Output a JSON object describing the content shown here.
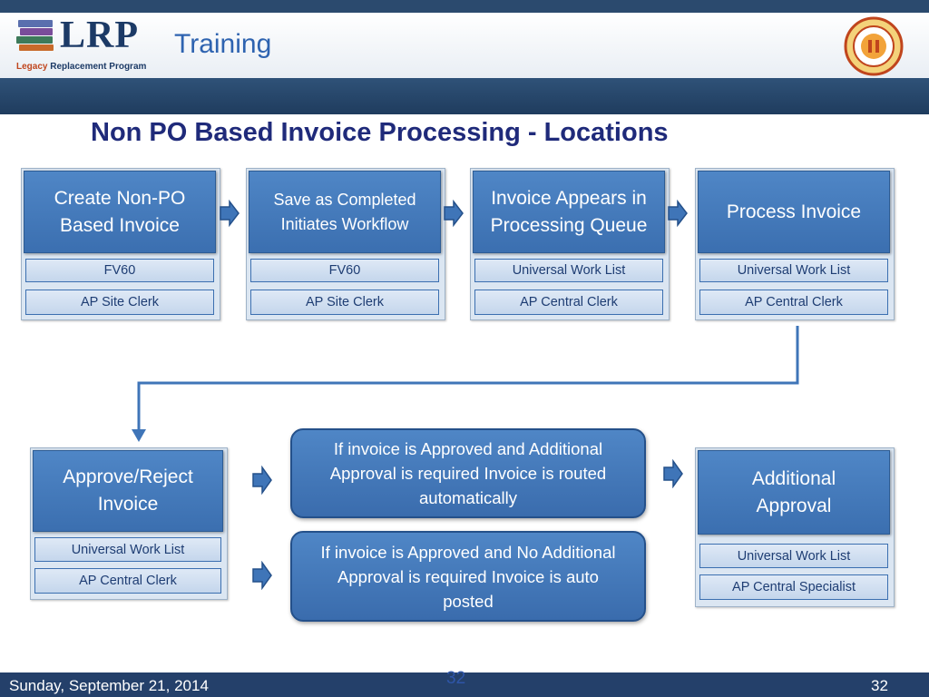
{
  "header": {
    "logo_text": "LRP",
    "logo_sub_1": "Legacy",
    "logo_sub_2": "Replacement Program",
    "section": "Training"
  },
  "title": "Non PO Based Invoice Processing - Locations",
  "steps": [
    {
      "label": "Create Non-PO Based Invoice",
      "system": "FV60",
      "role": "AP Site Clerk"
    },
    {
      "label": "Save as Completed Initiates Workflow",
      "system": "FV60",
      "role": "AP Site Clerk"
    },
    {
      "label": "Invoice Appears in Processing Queue",
      "system": "Universal Work List",
      "role": "AP Central Clerk"
    },
    {
      "label": "Process Invoice",
      "system": "Universal Work List",
      "role": "AP Central Clerk"
    }
  ],
  "approve": {
    "label": "Approve/Reject Invoice",
    "system": "Universal Work List",
    "role": "AP Central Clerk"
  },
  "outcomes": [
    "If invoice is  Approved and Additional Approval is required Invoice is routed automatically",
    "If invoice is Approved and No Additional Approval is required Invoice is auto posted"
  ],
  "additional": {
    "label": "Additional Approval",
    "system": "Universal Work List",
    "role": "AP Central Specialist"
  },
  "footer": {
    "date": "Sunday, September 21, 2014",
    "center": "32",
    "page": "32"
  },
  "colors": {
    "box": "#4a7fc0",
    "sub": "#d6e3f3",
    "title": "#1f2a7a",
    "bar": "#24406a"
  }
}
